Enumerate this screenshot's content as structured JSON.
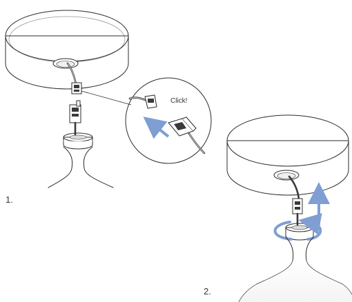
{
  "steps": [
    {
      "number": "1."
    },
    {
      "number": "2."
    }
  ],
  "callout": {
    "text": "Click!"
  },
  "colors": {
    "arrow": "#7f9ed3",
    "line": "#2b2b2b",
    "shade": "#e2e2e2"
  }
}
